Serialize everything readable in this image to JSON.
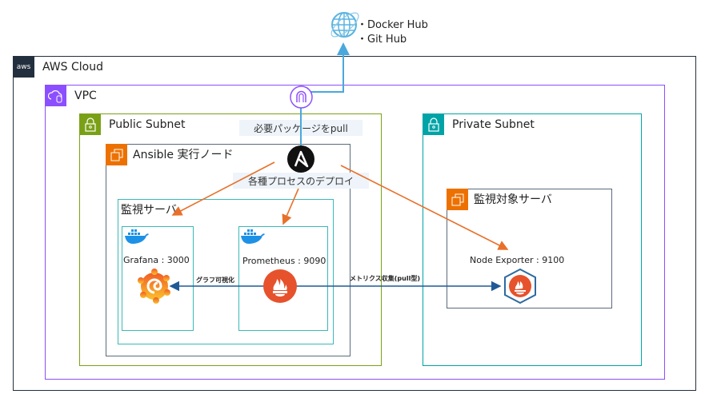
{
  "external": {
    "items": [
      "・Docker Hub",
      "・Git Hub"
    ]
  },
  "aws_cloud": {
    "label": "AWS Cloud",
    "logo_text": "aws"
  },
  "vpc": {
    "label": "VPC"
  },
  "public_subnet": {
    "label": "Public Subnet"
  },
  "private_subnet": {
    "label": "Private Subnet"
  },
  "ansible_node": {
    "label": "Ansible 実行ノード"
  },
  "notes": {
    "pull": "必要パッケージをpull",
    "deploy": "各種プロセスのデプロイ"
  },
  "monitor_server": {
    "label": "監視サーバ"
  },
  "target_server": {
    "label": "監視対象サーバ"
  },
  "grafana": {
    "label": "Grafana : 3000"
  },
  "prometheus": {
    "label": "Prometheus : 9090"
  },
  "node_exporter": {
    "label": "Node Exporter : 9100"
  },
  "edges": {
    "visualize": "グラフ可視化",
    "collect": "メトリクス収集(pull型)"
  },
  "colors": {
    "aws": "#232f3e",
    "vpc": "#8c4fff",
    "public": "#7aa116",
    "private": "#00a4a6",
    "ec2": "#ed7100",
    "deploy_arrow": "#e8702a",
    "flow_arrow": "#1f5a96",
    "internet_line": "#4aa8dc"
  }
}
